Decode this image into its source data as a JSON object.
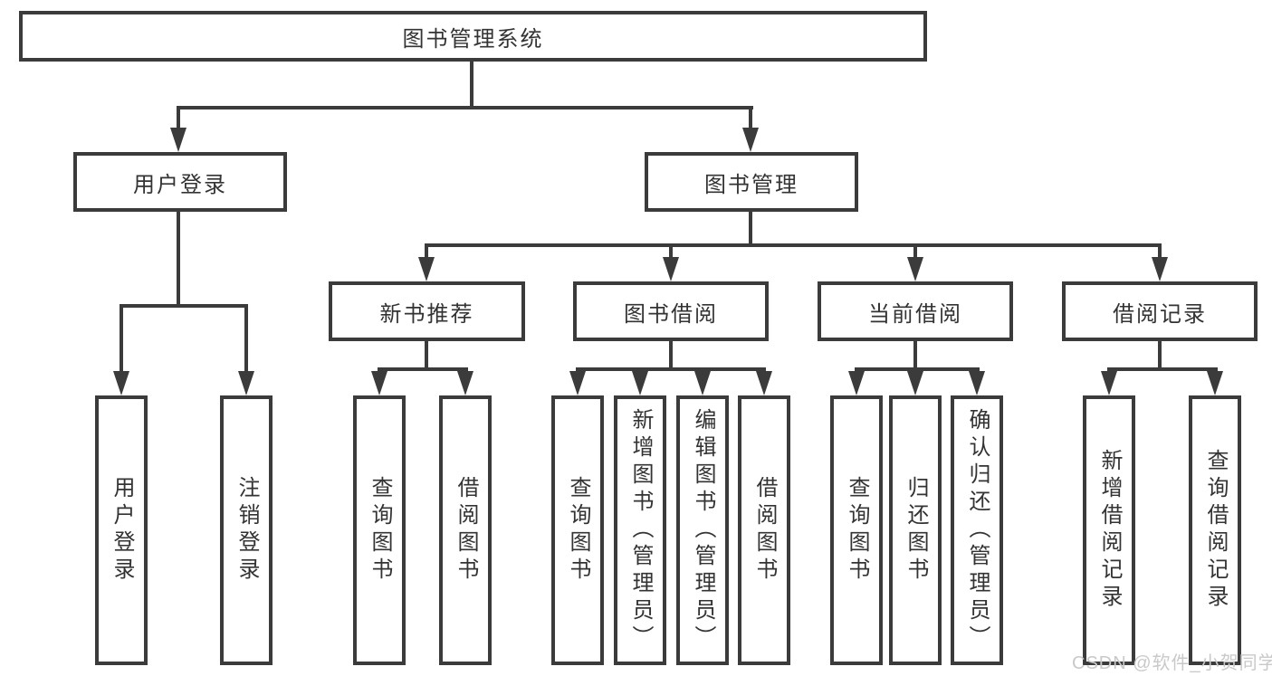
{
  "diagram_title": "图书管理系统",
  "nodes": {
    "root": "图书管理系统",
    "user_login": "用户登录",
    "book_mgmt": "图书管理",
    "new_book_rec": "新书推荐",
    "book_borrow": "图书借阅",
    "current_borrow": "当前借阅",
    "borrow_records": "借阅记录",
    "leaf_user_login": "用户登录",
    "leaf_logout": "注销登录",
    "leaf_query_book_a": "查询图书",
    "leaf_borrow_book_a": "借阅图书",
    "leaf_query_book_b": "查询图书",
    "leaf_add_book": "新增图书（管理员）",
    "leaf_edit_book": "编辑图书（管理员）",
    "leaf_borrow_book_b": "借阅图书",
    "leaf_query_book_c": "查询图书",
    "leaf_return_book": "归还图书",
    "leaf_confirm_return": "确认归还（管理员）",
    "leaf_add_record": "新增借阅记录",
    "leaf_query_record": "查询借阅记录"
  },
  "hierarchy": {
    "图书管理系统": [
      "用户登录",
      "图书管理"
    ],
    "用户登录": [
      "用户登录",
      "注销登录"
    ],
    "图书管理": [
      "新书推荐",
      "图书借阅",
      "当前借阅",
      "借阅记录"
    ],
    "新书推荐": [
      "查询图书",
      "借阅图书"
    ],
    "图书借阅": [
      "查询图书",
      "新增图书（管理员）",
      "编辑图书（管理员）",
      "借阅图书"
    ],
    "当前借阅": [
      "查询图书",
      "归还图书",
      "确认归还（管理员）"
    ],
    "借阅记录": [
      "新增借阅记录",
      "查询借阅记录"
    ]
  },
  "watermark": "CSDN @软件_小贺同学",
  "colors": {
    "line": "#3b3b3b",
    "text": "#333333",
    "watermark": "#c9c9c9",
    "background": "#ffffff"
  }
}
